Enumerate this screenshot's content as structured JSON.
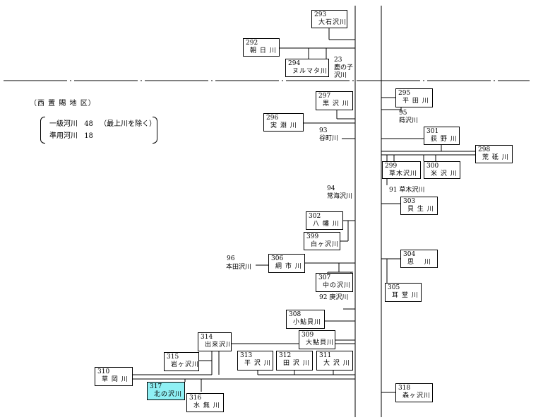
{
  "legend": {
    "title": "（西 置 賜 地 区）",
    "rows": [
      {
        "label": "一級河川",
        "count": "48",
        "note": "（最上川を除く）"
      },
      {
        "label": "準用河川",
        "count": "18",
        "note": ""
      }
    ]
  },
  "rivers": {
    "r293": {
      "num": "293",
      "name": "大石沢川"
    },
    "r292": {
      "num": "292",
      "name": "朝 日 川"
    },
    "r294": {
      "num": "294",
      "name": "ヌルマタ川"
    },
    "r297": {
      "num": "297",
      "name": "黒 沢 川"
    },
    "r296": {
      "num": "296",
      "name": "実 淵 川"
    },
    "r302": {
      "num": "302",
      "name": "八 幡 川"
    },
    "r399": {
      "num": "399",
      "name": "白ヶ沢川"
    },
    "r306": {
      "num": "306",
      "name": "綱 市 川"
    },
    "r307": {
      "num": "307",
      "name": "中の沢川"
    },
    "r308": {
      "num": "308",
      "name": "小鮎貝川"
    },
    "r309": {
      "num": "309",
      "name": "大鮎貝川"
    },
    "r314": {
      "num": "314",
      "name": "出来沢川"
    },
    "r315": {
      "num": "315",
      "name": "岩ヶ沢川"
    },
    "r313": {
      "num": "313",
      "name": "平 沢 川"
    },
    "r312": {
      "num": "312",
      "name": "田 沢 川"
    },
    "r311": {
      "num": "311",
      "name": "大 沢 川"
    },
    "r310": {
      "num": "310",
      "name": "草 岡 川"
    },
    "r317": {
      "num": "317",
      "name": "北の沢川"
    },
    "r316": {
      "num": "316",
      "name": "水 無 川"
    },
    "r295": {
      "num": "295",
      "name": "平 田 川"
    },
    "r301": {
      "num": "301",
      "name": "荻 野 川"
    },
    "r298": {
      "num": "298",
      "name": "荒 砥 川"
    },
    "r299": {
      "num": "299",
      "name": "草木沢川"
    },
    "r300": {
      "num": "300",
      "name": "米 沢 川"
    },
    "r303": {
      "num": "303",
      "name": "貝 生 川"
    },
    "r304": {
      "num": "304",
      "name": "思　 川"
    },
    "r305": {
      "num": "305",
      "name": "耳 堂 川"
    },
    "r318": {
      "num": "318",
      "name": "森ヶ沢川"
    }
  },
  "minor": {
    "m23_num": "23",
    "m23_a": "鹿の子",
    "m23_b": "沢川",
    "m93_num": "93",
    "m93_name": "谷町川",
    "m94_num": "94",
    "m94_name": "常海沢川",
    "m96_num": "96",
    "m96_name": "本田沢川",
    "m92": "92 庚沢川",
    "m95_num": "95",
    "m95_name": "蒔沢川",
    "m91": "91 草木沢川"
  },
  "colors": {
    "highlight": "#8ff0f4",
    "line": "#000000"
  }
}
